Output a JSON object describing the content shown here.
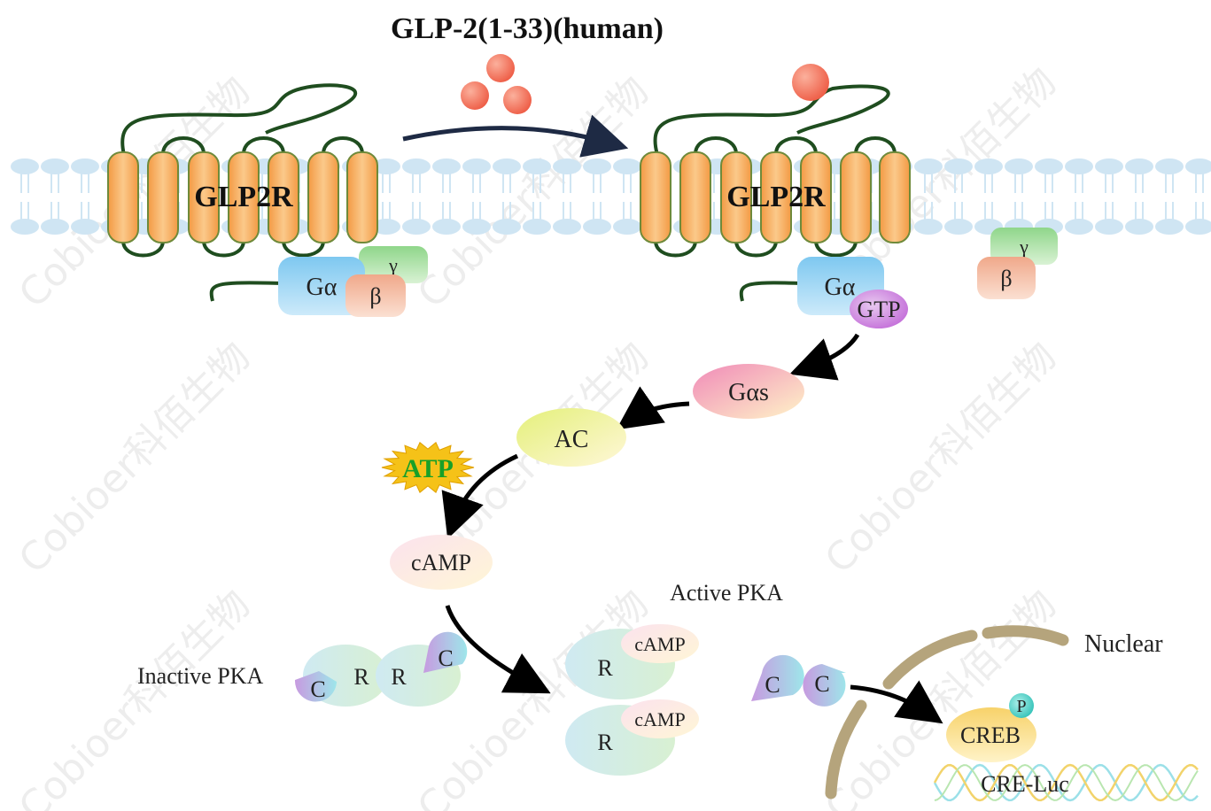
{
  "title": "GLP-2(1-33)(human)",
  "receptor_label": "GLP2R",
  "g_alpha": "Gα",
  "g_beta": "β",
  "g_gamma": "γ",
  "gtp": "GTP",
  "g_alpha_s": "Gαs",
  "ac": "AC",
  "atp": "ATP",
  "camp": "cAMP",
  "active_pka": "Active PKA",
  "inactive_pka": "Inactive PKA",
  "pka_r": "R",
  "pka_c": "C",
  "nuclear": "Nuclear",
  "creb": "CREB",
  "phospho": "P",
  "cre_luc": "CRE-Luc",
  "watermark": "Cobioer科佰生物",
  "colors": {
    "helix": "#f7b36a",
    "helix_stroke": "#6f8a3a",
    "loop": "#1f4d1f",
    "membrane": "#cfe5f3",
    "ligand": "#f0705a",
    "arrow": "#000000",
    "title_arrow": "#1e2a44",
    "atp_text": "#18a028",
    "atp_star": "#f5c218",
    "nucleus": "#b5a47c"
  }
}
